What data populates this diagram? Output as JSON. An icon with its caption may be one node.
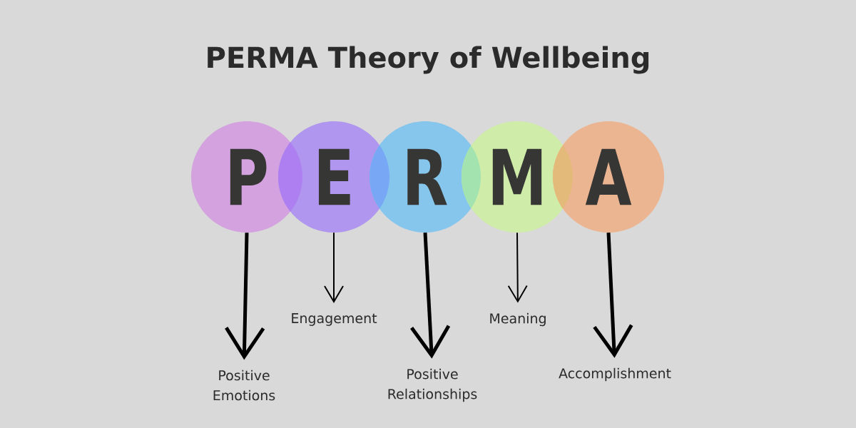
{
  "diagram": {
    "title": "PERMA Theory of Wellbeing",
    "nodes": [
      {
        "text": [
          "P"
        ]
      },
      {
        "text": [
          "E"
        ]
      },
      {
        "text": [
          "R"
        ]
      },
      {
        "text": [
          "M"
        ]
      },
      {
        "text": [
          "A"
        ]
      },
      {
        "text": [
          "Positive Emotions"
        ]
      },
      {
        "text": [
          "Engagement"
        ]
      },
      {
        "text": [
          "Positive Relationships"
        ]
      },
      {
        "text": [
          "Meaning"
        ]
      },
      {
        "text": [
          "Accomplishment"
        ]
      }
    ],
    "edges": [
      {
        "from": 0,
        "to": 5,
        "arrow": "to"
      },
      {
        "from": 1,
        "to": 6,
        "arrow": "to"
      },
      {
        "from": 2,
        "to": 7,
        "arrow": "to"
      },
      {
        "from": 3,
        "to": 8,
        "arrow": "to"
      },
      {
        "from": 4,
        "to": 9,
        "arrow": "to"
      }
    ]
  }
}
